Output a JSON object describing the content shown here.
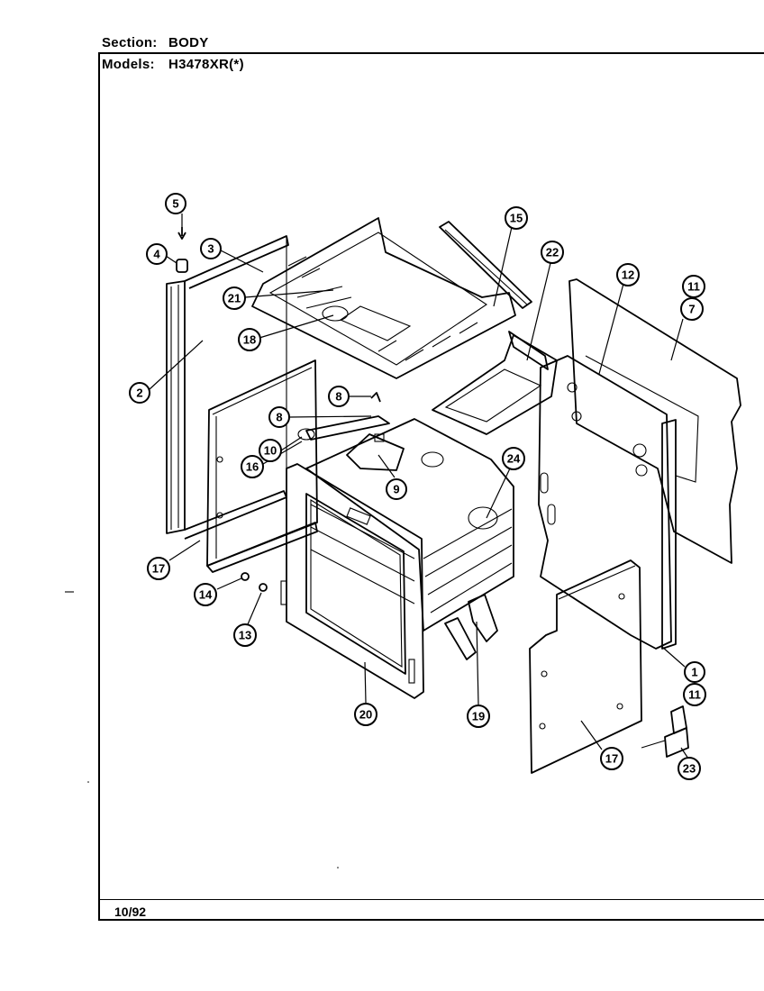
{
  "header": {
    "section_label": "Section:",
    "section_value": "BODY",
    "models_label": "Models:",
    "models_value": "H3478XR(*)"
  },
  "footer": {
    "date": "10/92"
  },
  "callouts": {
    "c5": "5",
    "c4": "4",
    "c3": "3",
    "c21": "21",
    "c18a": "18",
    "c2": "2",
    "c8a": "8",
    "c8b": "8",
    "c10": "10",
    "c16": "16",
    "c9": "9",
    "c15": "15",
    "c22": "22",
    "c12": "12",
    "c11a": "11",
    "c7": "7",
    "c24": "24",
    "c17a": "17",
    "c14": "14",
    "c13": "13",
    "c20": "20",
    "c19": "19",
    "c1": "1",
    "c11b": "11",
    "c17b": "17",
    "c23": "23"
  }
}
